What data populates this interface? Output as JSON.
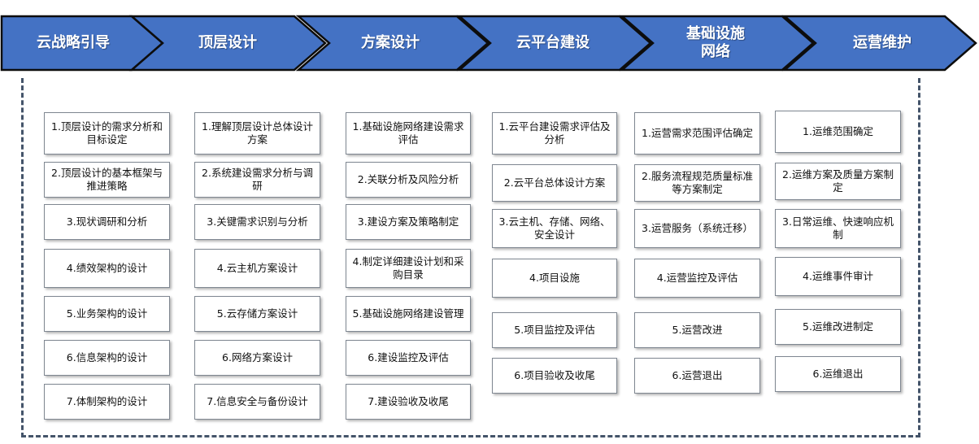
{
  "colors": {
    "arrow_fill": "#4472c4",
    "arrow_stroke": "#0d0d0d",
    "frame": "#44546a"
  },
  "phases": [
    {
      "title": "云战略引导",
      "items": [
        "1.顶层设计的需求分析和目标设定",
        "2.顶层设计的基本框架与推进策略",
        "3.现状调研和分析",
        "4.绩效架构的设计",
        "5.业务架构的设计",
        "6.信息架构的设计",
        "7.体制架构的设计"
      ]
    },
    {
      "title": "顶层设计",
      "items": [
        "1.理解顶层设计总体设计方案",
        "2.系统建设需求分析与调研",
        "3.关键需求识别与分析",
        "4.云主机方案设计",
        "5.云存储方案设计",
        "6.网络方案设计",
        "7.信息安全与备份设计"
      ]
    },
    {
      "title": "方案设计",
      "items": [
        "1.基础设施网络建设需求评估",
        "2.关联分析及风险分析",
        "3.建设方案及策略制定",
        "4.制定详细建设计划和采购目录",
        "5.基础设施网络建设管理",
        "6.建设监控及评估",
        "7.建设验收及收尾"
      ]
    },
    {
      "title": "云平台建设",
      "items": [
        "1.云平台建设需求评估及分析",
        "2.云平台总体设计方案",
        "3.云主机、存储、网络、安全设计",
        "4.项目设施",
        "5.项目监控及评估",
        "6.项目验收及收尾"
      ]
    },
    {
      "title": "基础设施\n网络",
      "items": [
        "1.运营需求范围评估确定",
        "2.服务流程规范质量标准等方案制定",
        "3.运营服务（系统迁移）",
        "4.运营监控及评估",
        "5.运营改进",
        "6.运营退出"
      ]
    },
    {
      "title": "运营维护",
      "items": [
        "1.运维范围确定",
        "2.运维方案及质量方案制定",
        "3.日常运维、快速响应机制",
        "4.运维事件审计",
        "5.运维改进制定",
        "6.运维退出"
      ]
    }
  ]
}
